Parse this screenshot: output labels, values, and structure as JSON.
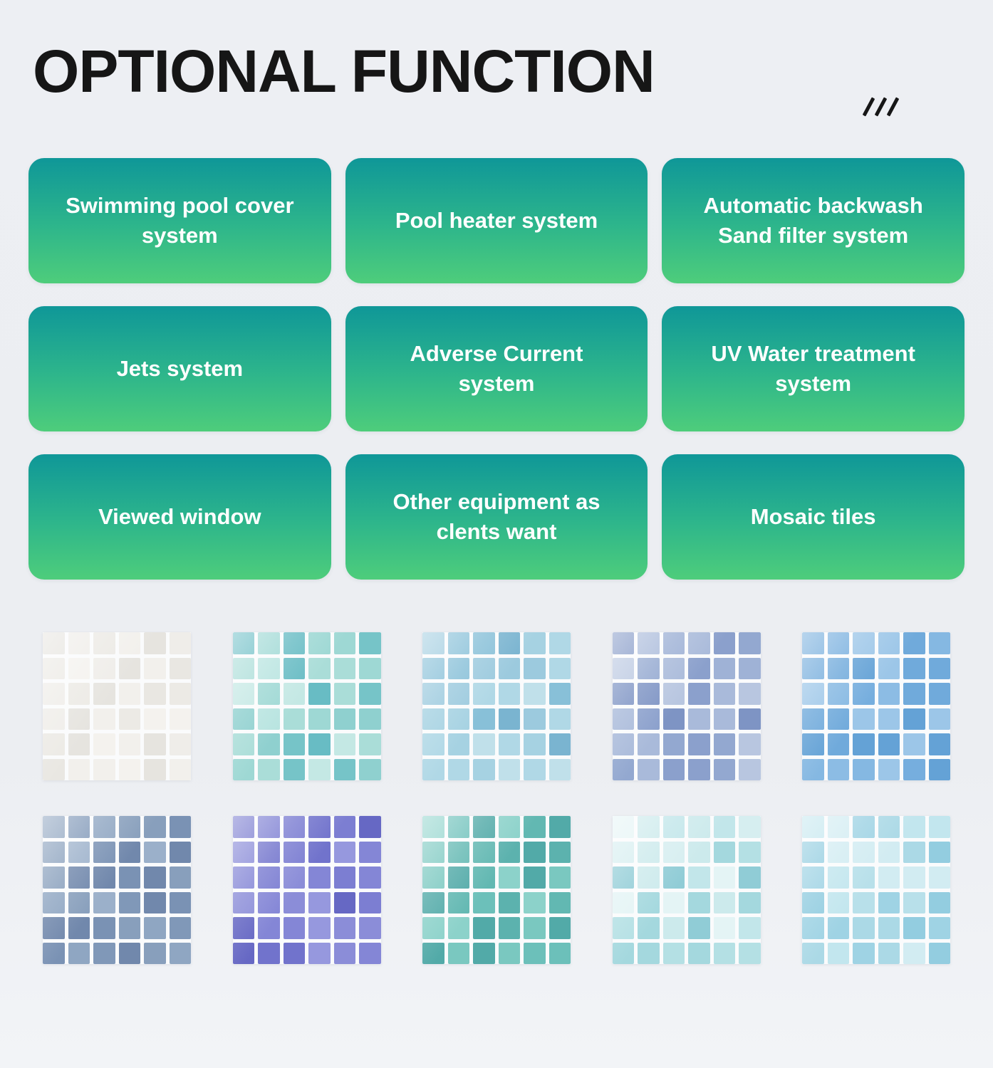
{
  "header": {
    "title": "OPTIONAL FUNCTION",
    "decoration": "///"
  },
  "cards": [
    {
      "label": "Swimming pool cover system"
    },
    {
      "label": "Pool heater system"
    },
    {
      "label": "Automatic backwash Sand filter system"
    },
    {
      "label": "Jets system"
    },
    {
      "label": "Adverse Current system"
    },
    {
      "label": "UV Water treatment system"
    },
    {
      "label": "Viewed window"
    },
    {
      "label": "Other equipment as clents want"
    },
    {
      "label": "Mosaic tiles"
    }
  ],
  "card_colors": {
    "gradient_top": "#0f9798",
    "gradient_bottom": "#4ecd7b",
    "text": "#ffffff"
  },
  "tiles": [
    {
      "name": "white-mosaic",
      "palette": [
        "#eceae5",
        "#f2f0ec",
        "#e6e4df",
        "#efede9",
        "#e9e7e2",
        "#f4f2ee"
      ]
    },
    {
      "name": "aqua-green-mosaic",
      "palette": [
        "#8fd0cf",
        "#aaddd8",
        "#76c4c8",
        "#9ed8d4",
        "#b8e4e0",
        "#68bcc4",
        "#c4e8e4"
      ]
    },
    {
      "name": "sky-blue-mosaic",
      "palette": [
        "#9ccade",
        "#b0d8e6",
        "#88c0d8",
        "#a6d2e2",
        "#c0e0ea",
        "#7ab4d0"
      ]
    },
    {
      "name": "periwinkle-mosaic",
      "palette": [
        "#93a8d0",
        "#a9bada",
        "#7e94c4",
        "#b8c6e0",
        "#8ba0cc",
        "#9fb2d6"
      ]
    },
    {
      "name": "blue-mosaic",
      "palette": [
        "#76aede",
        "#8cbce4",
        "#64a2d6",
        "#9cc6e8",
        "#70aadb",
        "#85b8e2"
      ]
    },
    {
      "name": "slate-blue-mosaic",
      "palette": [
        "#8098b8",
        "#8fa6c2",
        "#7188ac",
        "#9bb0ca",
        "#7a92b4",
        "#889fbc"
      ]
    },
    {
      "name": "purple-mosaic",
      "palette": [
        "#8486d6",
        "#7173cc",
        "#9698de",
        "#6668c4",
        "#8b8dd8",
        "#7c7ed2"
      ]
    },
    {
      "name": "teal-green-mosaic",
      "palette": [
        "#62b8b2",
        "#7ac8c0",
        "#52aaa8",
        "#8cd2ca",
        "#6cc0ba",
        "#5cb2ae"
      ]
    },
    {
      "name": "pale-cyan-mosaic",
      "palette": [
        "#c2e6ea",
        "#a4d8de",
        "#d6eef0",
        "#90ccd6",
        "#b4e0e4",
        "#cceaec",
        "#e4f4f5"
      ]
    },
    {
      "name": "light-blue-mosaic",
      "palette": [
        "#abd9e6",
        "#c2e6ee",
        "#93cde0",
        "#d2ecf2",
        "#9fd3e4",
        "#b8e0ea"
      ]
    }
  ]
}
